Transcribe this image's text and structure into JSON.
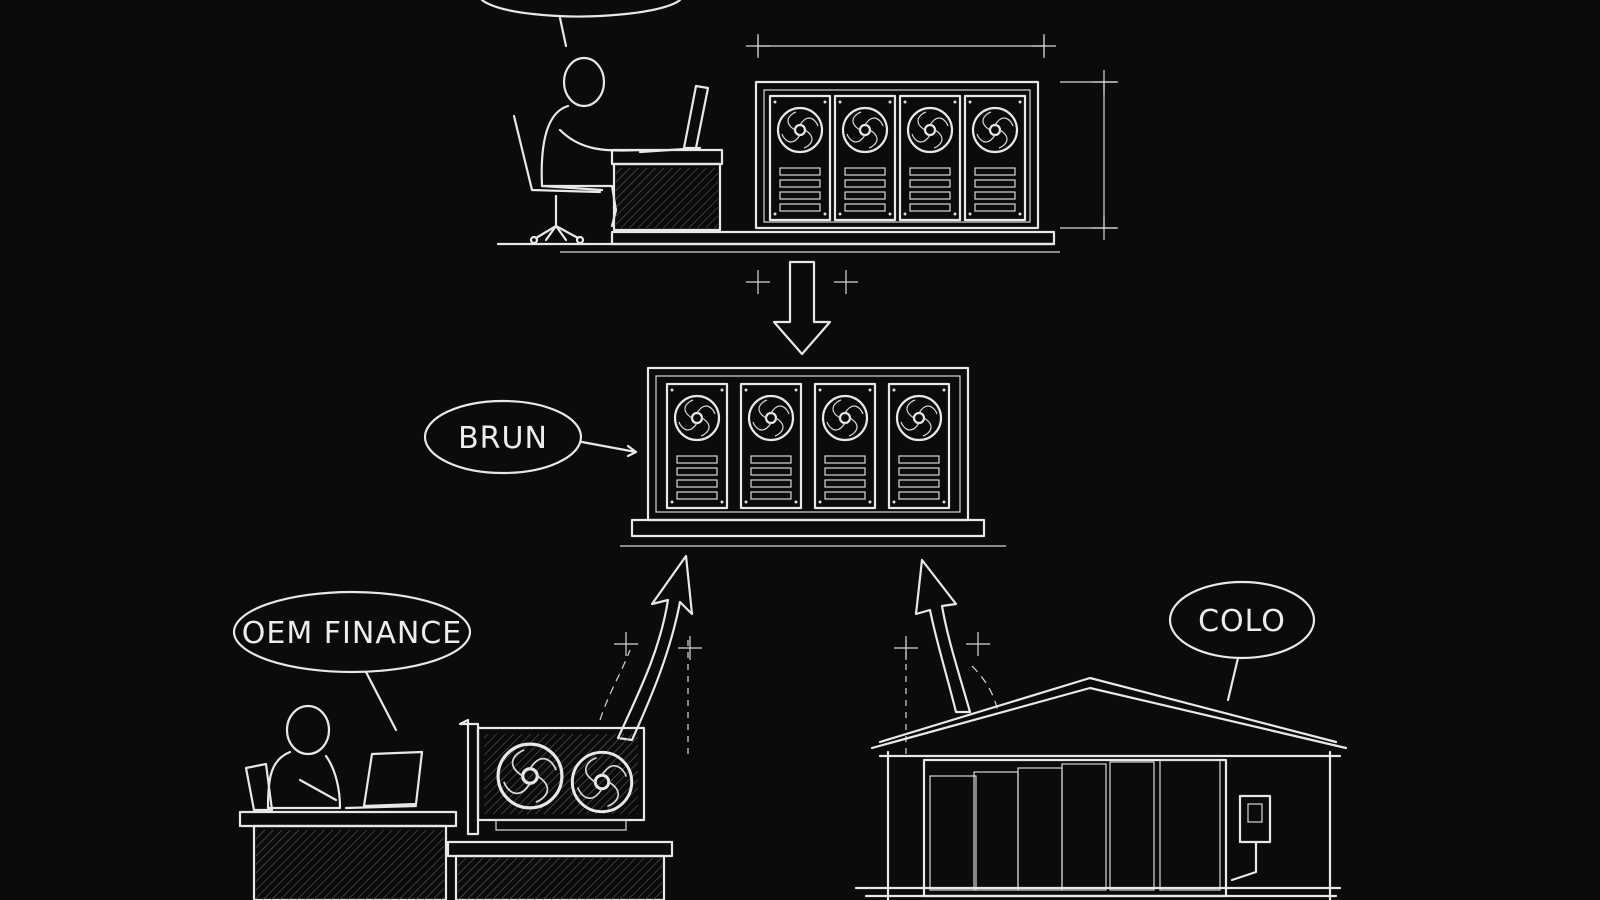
{
  "labels": {
    "brun": "BRUN",
    "oem_finance": "OEM FINANCE",
    "colo": "COLO"
  },
  "colors": {
    "background": "#0b0b0b",
    "chalk": "#e8e8e8"
  },
  "icons": [
    "person-icon",
    "laptop-icon",
    "office-chair-icon",
    "desk-icon",
    "server-rack-icon",
    "fan-icon",
    "gpu-card-icon",
    "datacenter-building-icon",
    "arrow-down-icon",
    "arrow-up-icon",
    "sparkle-icon"
  ]
}
